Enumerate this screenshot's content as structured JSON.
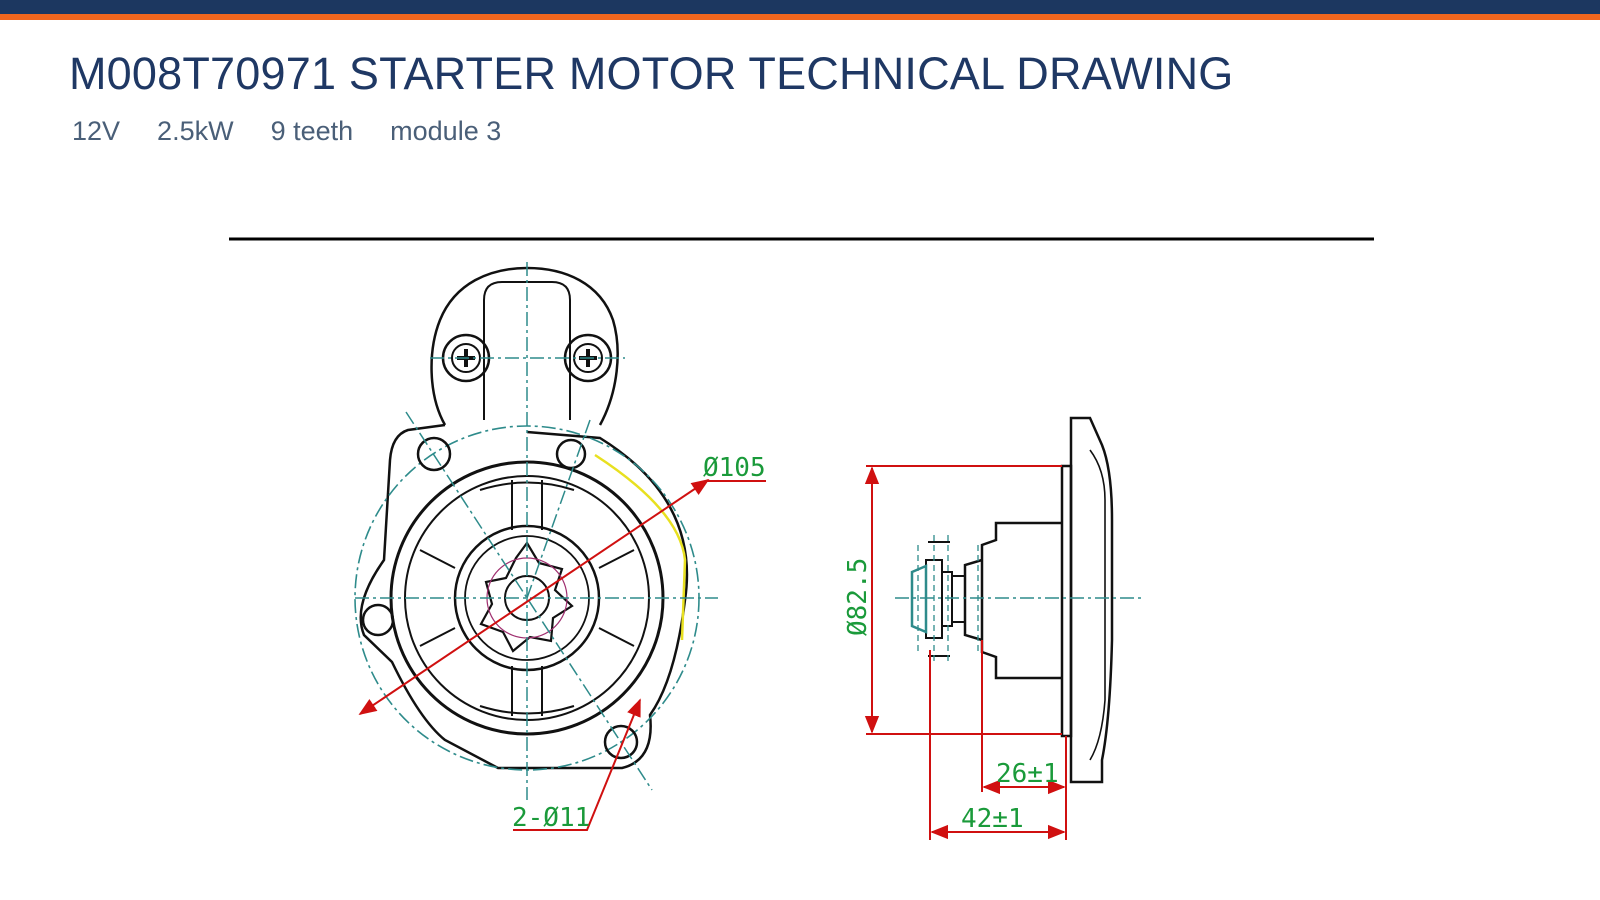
{
  "header": {
    "title": "M008T70971 STARTER MOTOR TECHNICAL DRAWING",
    "specs": [
      "12V",
      "2.5kW",
      "9 teeth",
      "module 3"
    ]
  },
  "drawing": {
    "front_view": {
      "mount_circle_label": "Ø105",
      "mount_holes_label": "2-Ø11"
    },
    "side_view": {
      "flange_diameter_label": "Ø82.5",
      "pinion_offset_label": "26±1",
      "pinion_length_label": "42±1"
    }
  },
  "colors": {
    "brand_navy": "#1c3760",
    "brand_orange": "#f0661e",
    "title_text": "#1f3864",
    "spec_text": "#4a5f78",
    "outline": "#111111",
    "centerline": "#2e8b8b",
    "dimension_line": "#d01010",
    "dimension_text": "#1a9a3a",
    "highlight": "#e8e020"
  }
}
